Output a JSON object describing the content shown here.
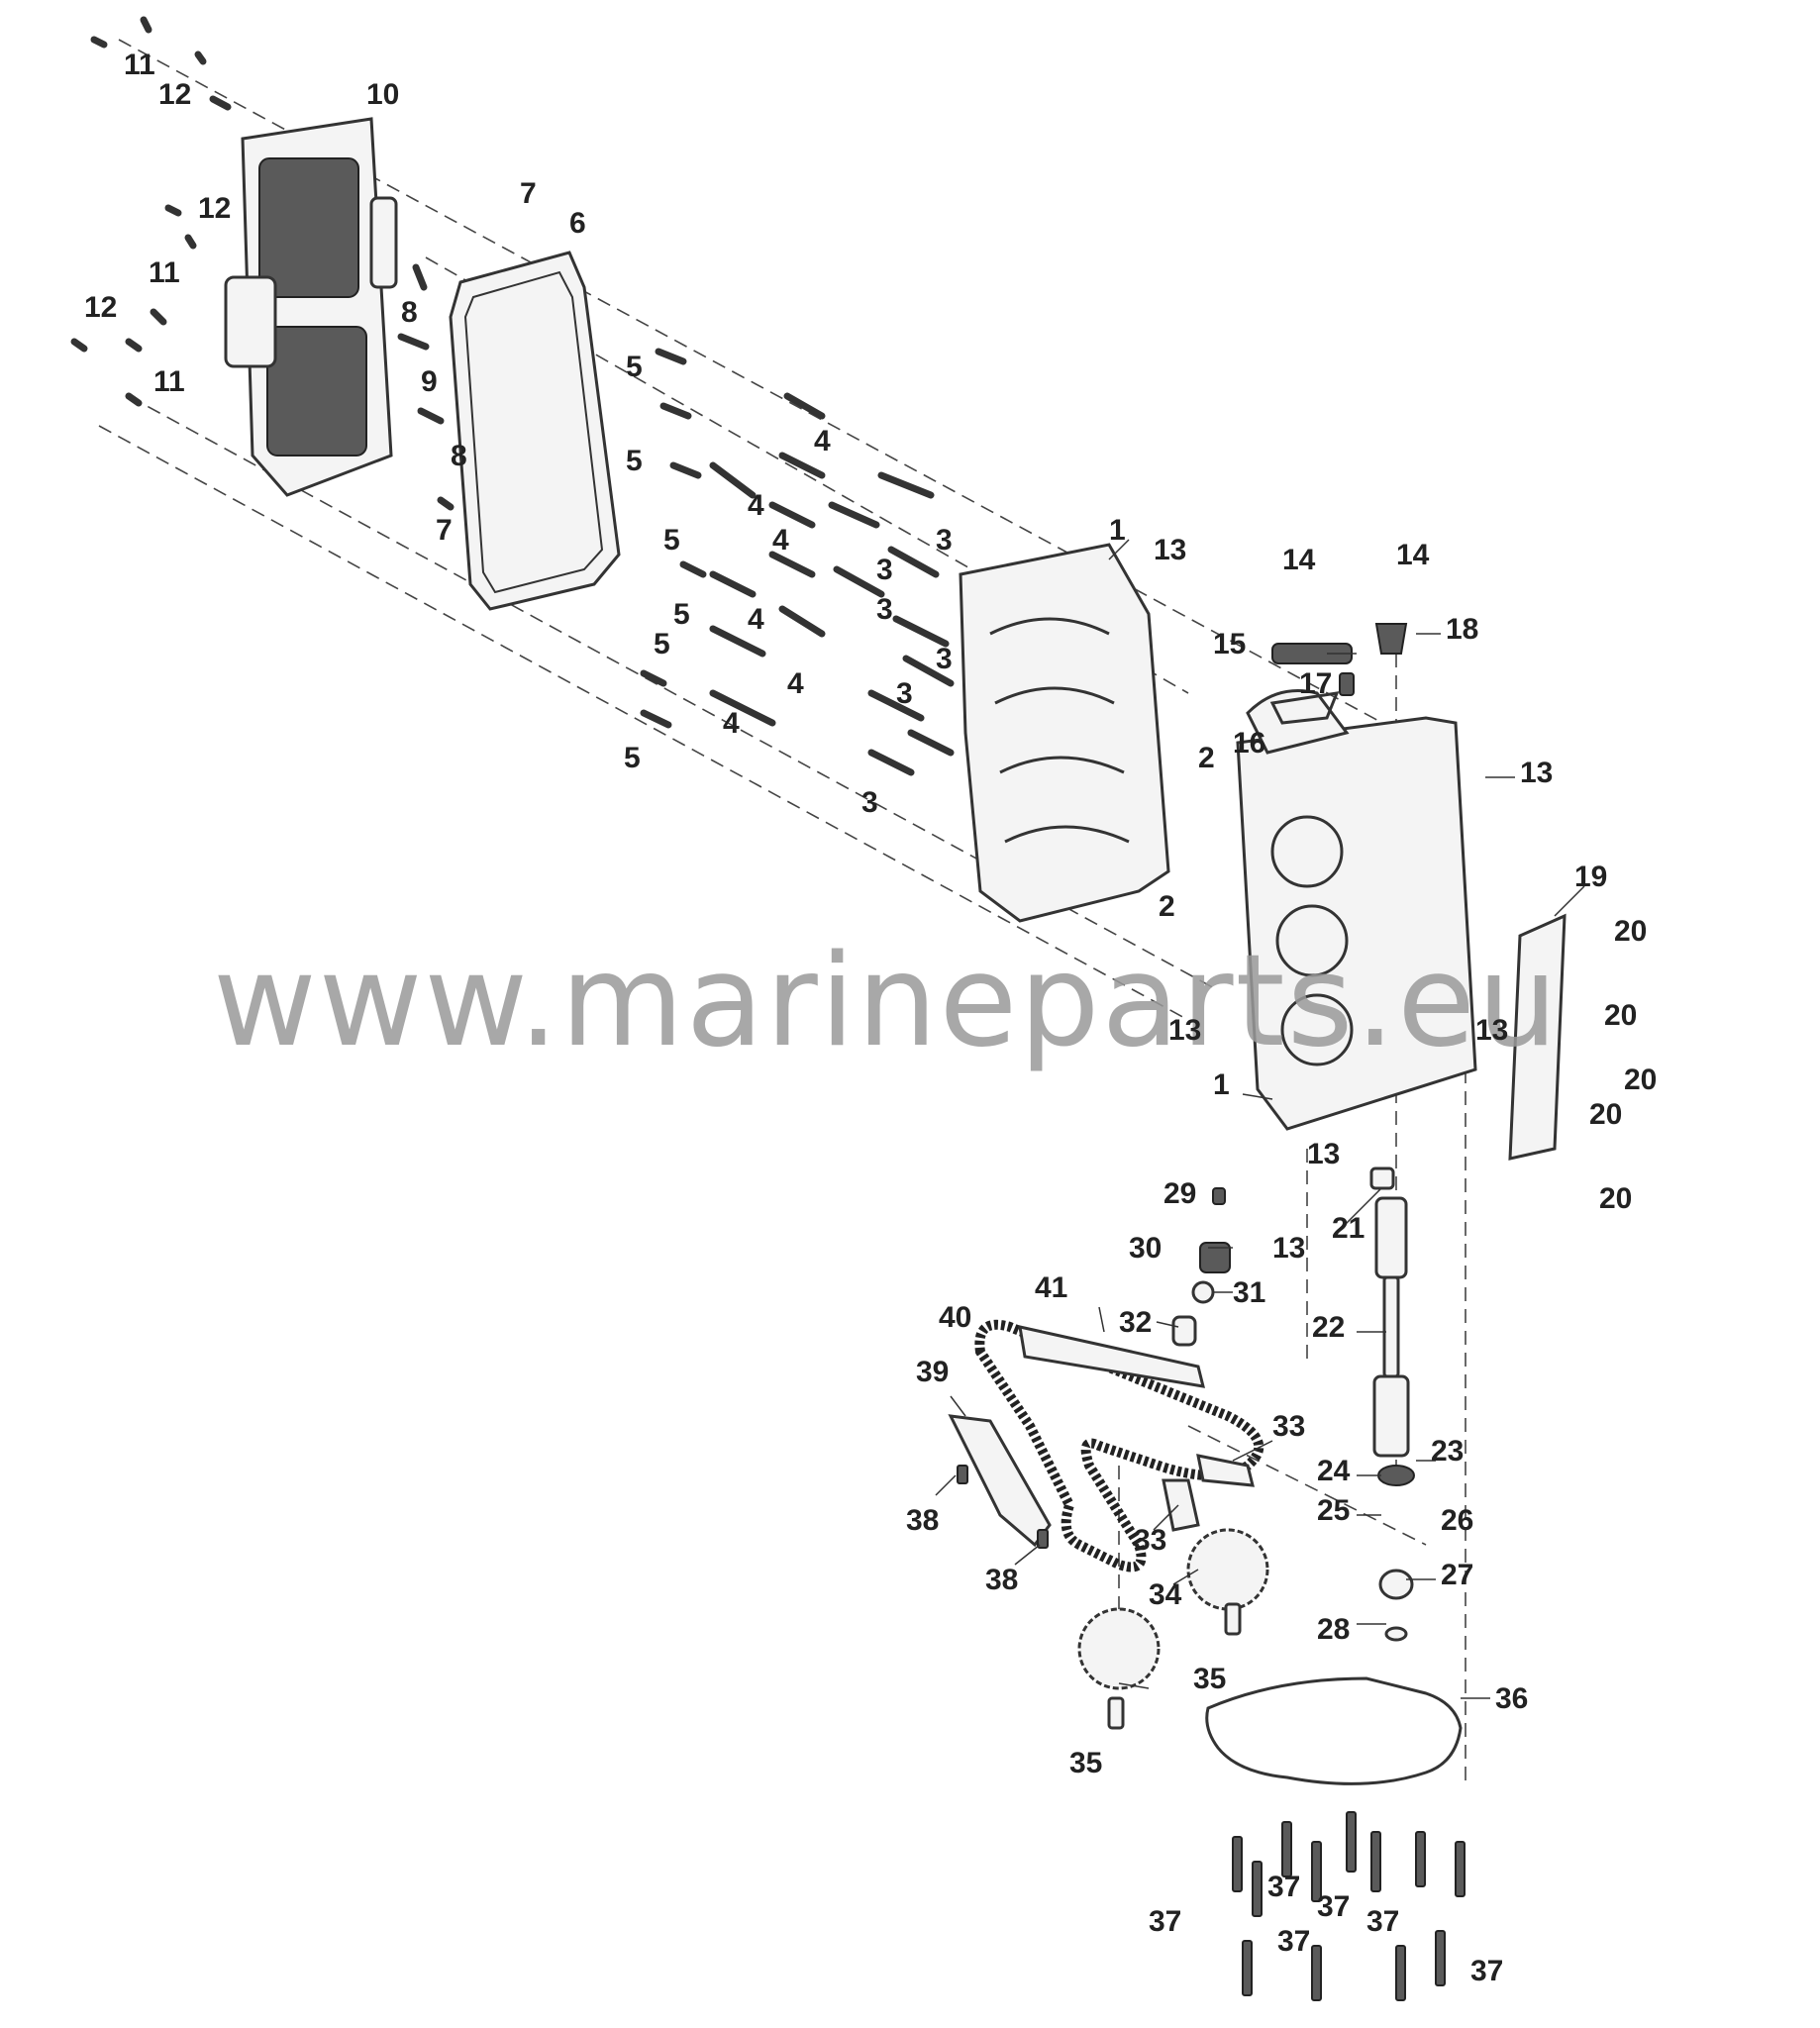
{
  "watermark": "www.marineparts.eu",
  "callouts": {
    "c1a": "1",
    "c1b": "1",
    "c2a": "2",
    "c2b": "2",
    "c3a": "3",
    "c3b": "3",
    "c3c": "3",
    "c3d": "3",
    "c3e": "3",
    "c4a": "4",
    "c4b": "4",
    "c4c": "4",
    "c4d": "4",
    "c4e": "4",
    "c4f": "4",
    "c5a": "5",
    "c5b": "5",
    "c5c": "5",
    "c5d": "5",
    "c5e": "5",
    "c5f": "5",
    "c6": "6",
    "c7a": "7",
    "c7b": "7",
    "c8a": "8",
    "c8b": "8",
    "c9": "9",
    "c10": "10",
    "c11a": "11",
    "c11b": "11",
    "c11c": "11",
    "c12a": "12",
    "c12b": "12",
    "c12c": "12",
    "c13a": "13",
    "c13b": "13",
    "c13c": "13",
    "c13d": "13",
    "c13e": "13",
    "c13f": "13",
    "c14a": "14",
    "c14b": "14",
    "c15": "15",
    "c16": "16",
    "c17": "17",
    "c18": "18",
    "c19": "19",
    "c20a": "20",
    "c20b": "20",
    "c20c": "20",
    "c20d": "20",
    "c20e": "20",
    "c21": "21",
    "c22": "22",
    "c23": "23",
    "c24": "24",
    "c25": "25",
    "c26": "26",
    "c27": "27",
    "c28": "28",
    "c29": "29",
    "c30": "30",
    "c31": "31",
    "c32": "32",
    "c33a": "33",
    "c33b": "33",
    "c34": "34",
    "c35a": "35",
    "c35b": "35",
    "c36": "36",
    "c37a": "37",
    "c37b": "37",
    "c37c": "37",
    "c37d": "37",
    "c37e": "37",
    "c37f": "37",
    "c38a": "38",
    "c38b": "38",
    "c39": "39",
    "c40": "40",
    "c41": "41"
  }
}
